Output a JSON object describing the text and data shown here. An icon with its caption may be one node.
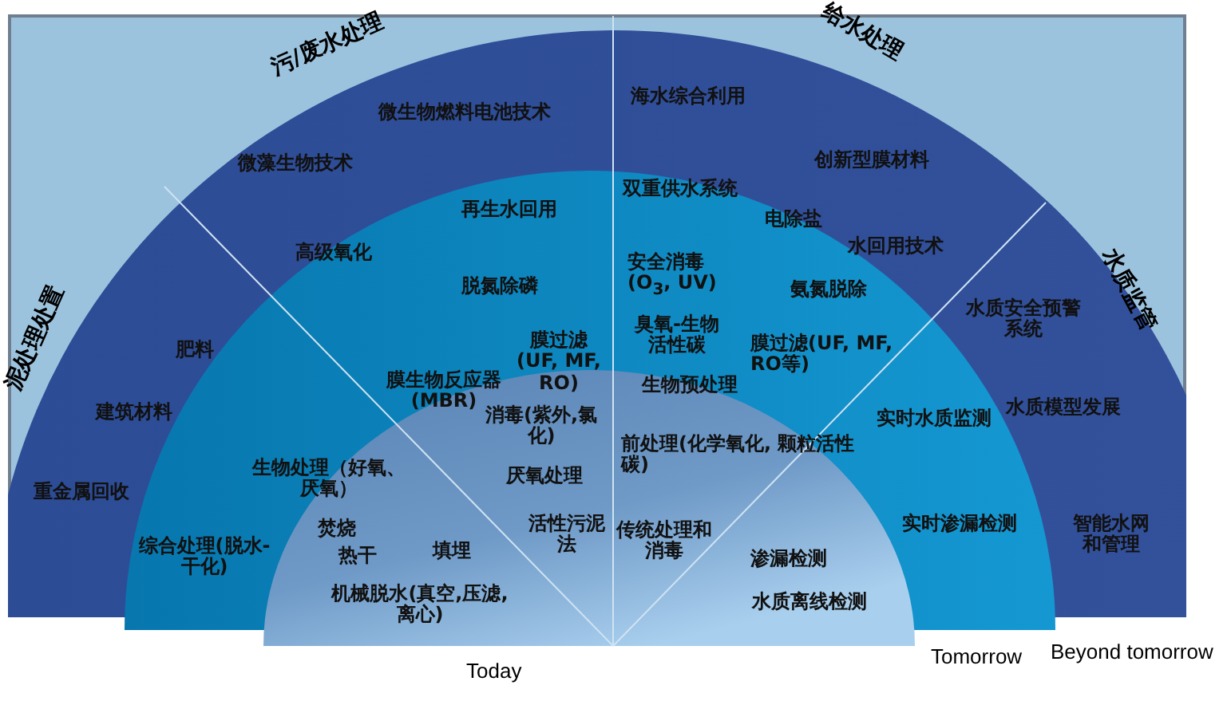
{
  "diagram": {
    "nodes": [
      {
        "text": [
          "微生物燃料电池技术",
          "海水综合利用",
          "微藻生物技术",
          "创新型膜材料",
          "水回用技术",
          "水质安全预警系统",
          "肥料",
          "建筑材料",
          "水质模型发展",
          "重金属回收",
          "智能水网和管理"
        ]
      },
      {
        "text": [
          "再生水回用",
          "双重供水系统",
          "电除盐",
          "高级氧化",
          "脱氮除磷",
          "安全消毒(O$_{3}$, UV)",
          "氨氮脱除",
          "膜过滤(UF, MF, RO)",
          "臭氧-生物活性碳",
          "膜过滤(UF, MF, RO等)",
          "膜生物反应器(MBR)",
          "实时水质监测",
          "生物处理（好氧、厌氧）",
          "实时渗漏检测",
          "综合处理(脱水-干化)"
        ],
        "in": 0
      },
      {
        "text": [
          "生物预处理",
          "消毒(紫外,氯化)",
          "前处理(化学氧化, 颗粒活性碳)",
          "厌氧处理",
          "焚烧",
          "活性污泥法",
          "热干",
          "填埋",
          "传统处理和消毒",
          "渗漏检测",
          "机械脱水(真空,压滤, 离心)",
          "水质离线检测"
        ],
        "in": 1
      }
    ],
    "labels": [
      "污/废水处理",
      "给水处理",
      "泥处理处置",
      "水质监管",
      "Tomorrow",
      "Beyond tomorrow",
      "Today"
    ]
  }
}
